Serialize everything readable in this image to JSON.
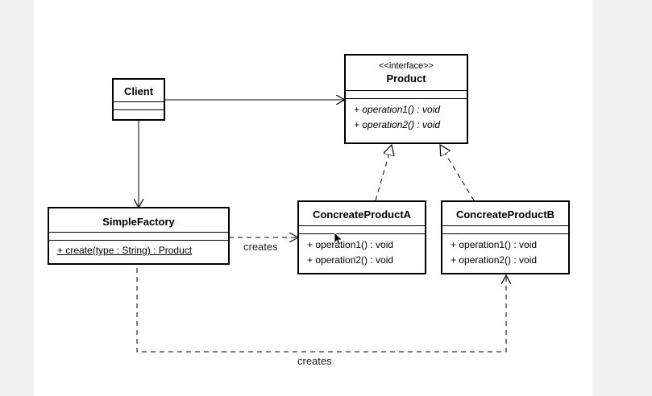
{
  "client": {
    "name": "Client"
  },
  "product": {
    "stereotype": "<<interface>>",
    "name": "Product",
    "operations": [
      "+ operation1() : void",
      "+ operation2() : void"
    ]
  },
  "simple_factory": {
    "name": "SimpleFactory",
    "operations": [
      "+ create(type : String) : Product"
    ]
  },
  "product_a": {
    "name": "ConcreateProductA",
    "operations": [
      "+ operation1() : void",
      "+ operation2() : void"
    ]
  },
  "product_b": {
    "name": "ConcreateProductB",
    "operations": [
      "+ operation1() : void",
      "+ operation2() : void"
    ]
  },
  "labels": {
    "creates_a": "creates",
    "creates_b": "creates"
  },
  "colors": {
    "line": "#000000",
    "background": "#ffffff",
    "margin": "#f1f1f1"
  }
}
